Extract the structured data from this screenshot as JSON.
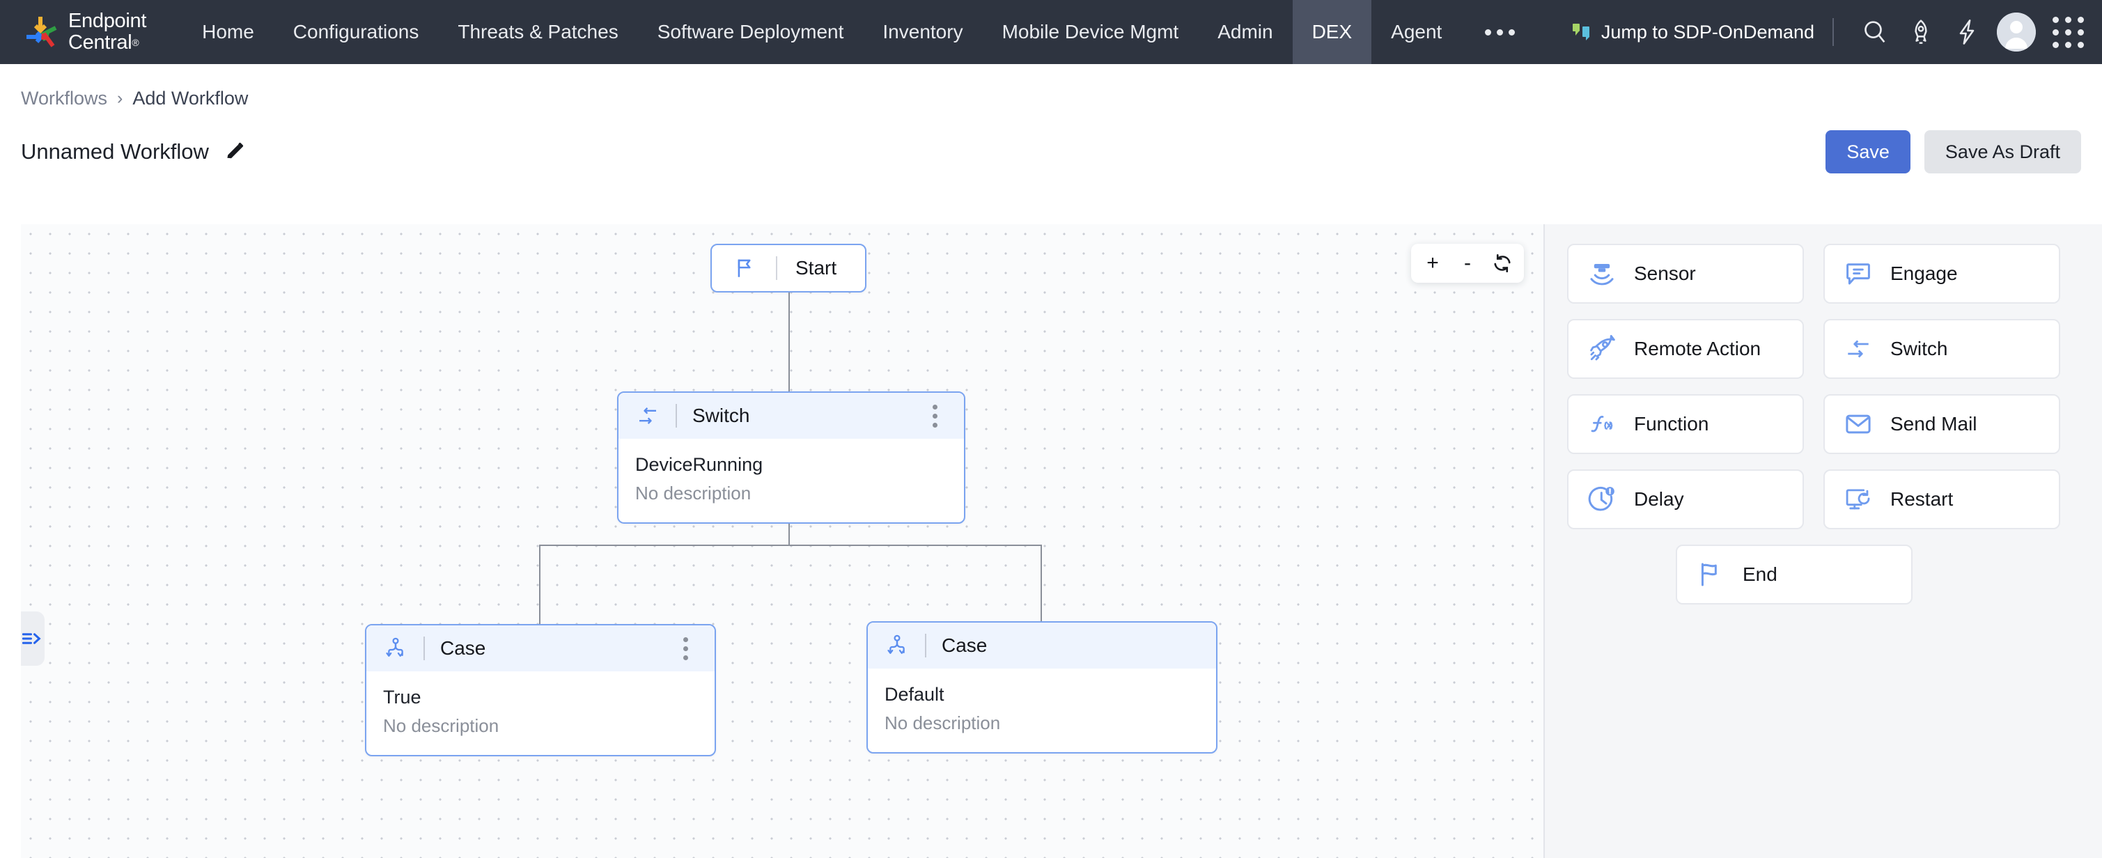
{
  "topnav": {
    "brand": {
      "line1": "Endpoint",
      "line2": "Central",
      "reg": "®",
      "logo_icon": "manageengine-logo-icon"
    },
    "items": [
      {
        "label": "Home",
        "active": false
      },
      {
        "label": "Configurations",
        "active": false
      },
      {
        "label": "Threats & Patches",
        "active": false
      },
      {
        "label": "Software Deployment",
        "active": false
      },
      {
        "label": "Inventory",
        "active": false
      },
      {
        "label": "Mobile Device Mgmt",
        "active": false
      },
      {
        "label": "Admin",
        "active": false
      },
      {
        "label": "DEX",
        "active": true
      },
      {
        "label": "Agent",
        "active": false
      }
    ],
    "overflow_label": "•••",
    "jump": {
      "label": "Jump to SDP-OnDemand",
      "icon": "sdp-jump-icon"
    },
    "icons": [
      "search-icon",
      "rocket-icon",
      "lightning-bolt-icon",
      "avatar-icon",
      "app-grid-icon"
    ],
    "active_tab_bg": "#4b5263",
    "bg": "#2e3440"
  },
  "breadcrumb": {
    "parent": "Workflows",
    "separator": "›",
    "current": "Add Workflow"
  },
  "header": {
    "title": "Unnamed Workflow",
    "edit_icon": "pencil-icon",
    "save_label": "Save",
    "save_draft_label": "Save As Draft",
    "primary_color": "#4a6fd3",
    "secondary_color": "#e2e4e8"
  },
  "canvas": {
    "zoom_controls": {
      "zoom_in": "+",
      "zoom_out": "-",
      "reset_icon": "refresh-icon"
    },
    "collapse_handle_icon": "expand-panel-icon",
    "nodes": [
      {
        "id": "start",
        "type": "pill",
        "icon": "flag-start-icon",
        "title": "Start"
      },
      {
        "id": "switch",
        "type": "card",
        "icon": "switch-arrows-icon",
        "title": "Switch",
        "name": "DeviceRunning",
        "description": "No description",
        "has_kebab": true
      },
      {
        "id": "case-true",
        "type": "card",
        "icon": "case-branch-icon",
        "title": "Case",
        "name": "True",
        "description": "No description",
        "has_kebab": true
      },
      {
        "id": "case-default",
        "type": "card",
        "icon": "case-branch-icon",
        "title": "Case",
        "name": "Default",
        "description": "No description",
        "has_kebab": false
      }
    ]
  },
  "palette": {
    "items": [
      {
        "label": "Sensor",
        "icon": "sensor-icon"
      },
      {
        "label": "Engage",
        "icon": "engage-chat-icon"
      },
      {
        "label": "Remote Action",
        "icon": "rocket-icon"
      },
      {
        "label": "Switch",
        "icon": "switch-arrows-icon"
      },
      {
        "label": "Function",
        "icon": "function-fx-icon"
      },
      {
        "label": "Send Mail",
        "icon": "envelope-icon"
      },
      {
        "label": "Delay",
        "icon": "clock-alert-icon"
      },
      {
        "label": "Restart",
        "icon": "monitor-restart-icon"
      },
      {
        "label": "End",
        "icon": "flag-end-icon"
      }
    ],
    "accent": "#6f9bee",
    "bg": "#f5f6f8"
  }
}
